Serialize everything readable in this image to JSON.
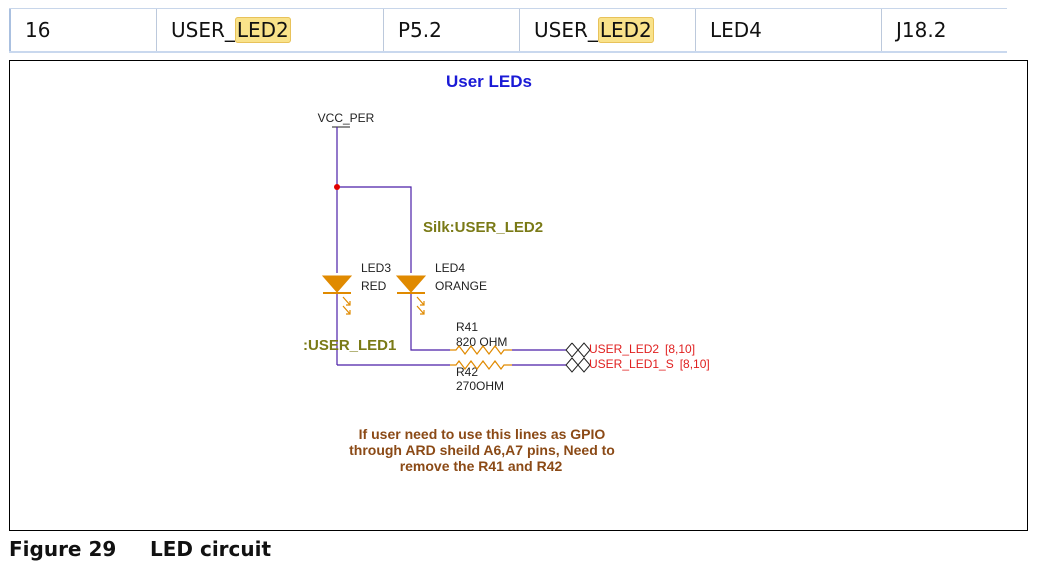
{
  "table": {
    "row": [
      {
        "text": "16"
      },
      {
        "prefix": "USER_",
        "highlight": "LED2"
      },
      {
        "text": "P5.2"
      },
      {
        "prefix": "USER_",
        "highlight": "LED2"
      },
      {
        "text": "LED4"
      },
      {
        "text": "J18.2"
      }
    ]
  },
  "schematic": {
    "title": "User LEDs",
    "vcc_label": "VCC_PER",
    "silk_label": "Silk:USER_LED2",
    "silk_label_left": ":USER_LED1",
    "led3_ref": "LED3",
    "led3_color": "RED",
    "led4_ref": "LED4",
    "led4_color": "ORANGE",
    "r41_ref": "R41",
    "r41_value": "820 OHM",
    "r42_ref": "R42",
    "r42_value": "270OHM",
    "net1_name": "USER_LED2",
    "net1_pages": "[8,10]",
    "net2_name": "USER_LED1_S",
    "net2_pages": "[8,10]",
    "note_line1": "If user need to use this lines as GPIO",
    "note_line2": "through ARD sheild A6,A7 pins, Need to",
    "note_line3": "remove the R41 and R42",
    "colors": {
      "title": "#1a1ad6",
      "wire": "#4b1fa8",
      "led": "#e08a00",
      "silk": "#7a7a16",
      "net": "#e02020",
      "resistor": "#e08a00",
      "note": "#8b4a16",
      "junction": "#e00000"
    }
  },
  "caption": {
    "number": "Figure 29",
    "title": "LED circuit"
  }
}
